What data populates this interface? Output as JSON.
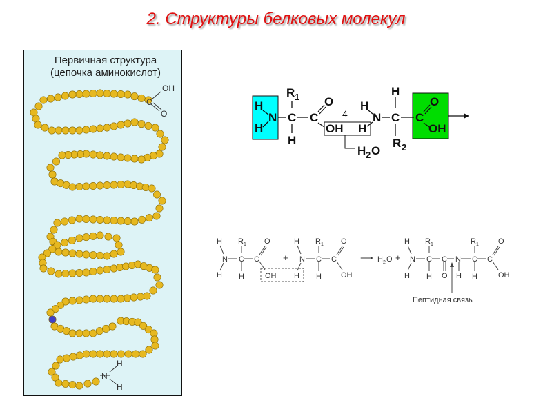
{
  "title": "2. Структуры белковых молекул",
  "primary_structure": {
    "caption_line1": "Первичная структура",
    "caption_line2": "(цепочка аминокислот)",
    "cooh_O_top": "O",
    "cooh_OH": "OH",
    "cooh_C": "C",
    "cooh_O_bottom": "O",
    "nh2_N": "N",
    "nh2_H_top": "H",
    "nh2_H_bottom": "H",
    "colors": {
      "bead": "#e6b820",
      "bead_highlight": "#3f3fc8",
      "panel": "#ddf3f6"
    }
  },
  "reaction_top": {
    "H": "H",
    "N": "N",
    "C": "C",
    "O": "O",
    "OH": "OH",
    "R1_letter": "R",
    "R1_sub": "1",
    "R2_letter": "R",
    "R2_sub": "2",
    "num": "4",
    "water_H": "H",
    "water_sub": "2",
    "water_O": "O",
    "colors": {
      "amino_box": "#00ffff",
      "carboxyl_box": "#00dd00"
    }
  },
  "reaction_bottom": {
    "H": "H",
    "N": "N",
    "C": "C",
    "O": "O",
    "OH": "OH",
    "R": "R",
    "sub1": "1",
    "plus": "+",
    "arrow": "⟶",
    "water": "H",
    "water_sub": "2",
    "water_O": "O",
    "peptide_label": "Пептидная связь"
  }
}
